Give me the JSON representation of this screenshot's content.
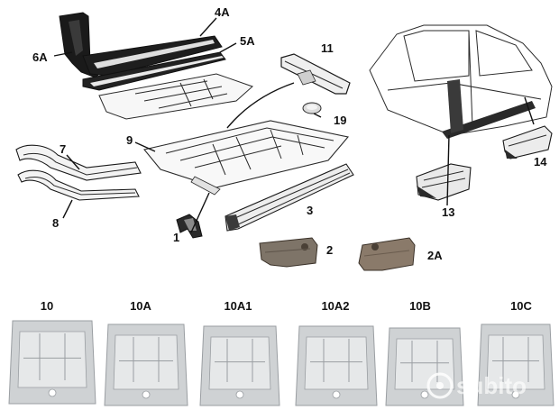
{
  "callouts": {
    "c_6A": "6A",
    "c_4A": "4A",
    "c_5A": "5A",
    "c_11": "11",
    "c_19": "19",
    "c_9": "9",
    "c_7": "7",
    "c_8": "8",
    "c_1": "1",
    "c_3": "3",
    "c_2": "2",
    "c_2A": "2A",
    "c_13": "13",
    "c_14": "14"
  },
  "floor_panels": [
    {
      "label": "10"
    },
    {
      "label": "10A"
    },
    {
      "label": "10A1"
    },
    {
      "label": "10A2"
    },
    {
      "label": "10B"
    },
    {
      "label": "10C"
    }
  ],
  "watermark": {
    "text": "subito",
    "icon": "subito-logo-icon"
  },
  "colors": {
    "background": "#ffffff",
    "line_art": "#2a2a2a",
    "panel_metal": "#cfd2d4",
    "panel_metal_light": "#e6e8e9",
    "panel_shadow": "#9a9ea2",
    "dark_part": "#1a1a1a",
    "rust_part": "#8a7a6a"
  }
}
